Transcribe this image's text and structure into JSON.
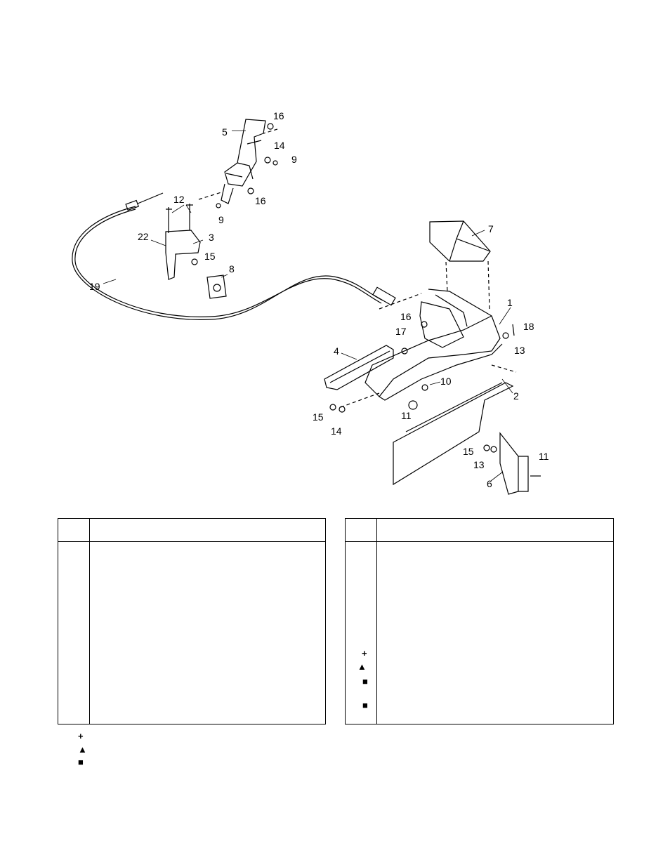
{
  "callouts": {
    "c1": "1",
    "c2": "2",
    "c3": "3",
    "c4": "4",
    "c5": "5",
    "c6": "6",
    "c7": "7",
    "c8": "8",
    "c9a": "9",
    "c9b": "9",
    "c10": "10",
    "c11a": "11",
    "c11b": "11",
    "c12": "12",
    "c13a": "13",
    "c13b": "13",
    "c14a": "14",
    "c14b": "14",
    "c15a": "15",
    "c15b": "15",
    "c15c": "15",
    "c16a": "16",
    "c16b": "16",
    "c16c": "16",
    "c17": "17",
    "c18": "18",
    "c19": "19",
    "c22": "22"
  },
  "symbols": {
    "plus": "+",
    "triangle": "▲",
    "square": "■"
  }
}
